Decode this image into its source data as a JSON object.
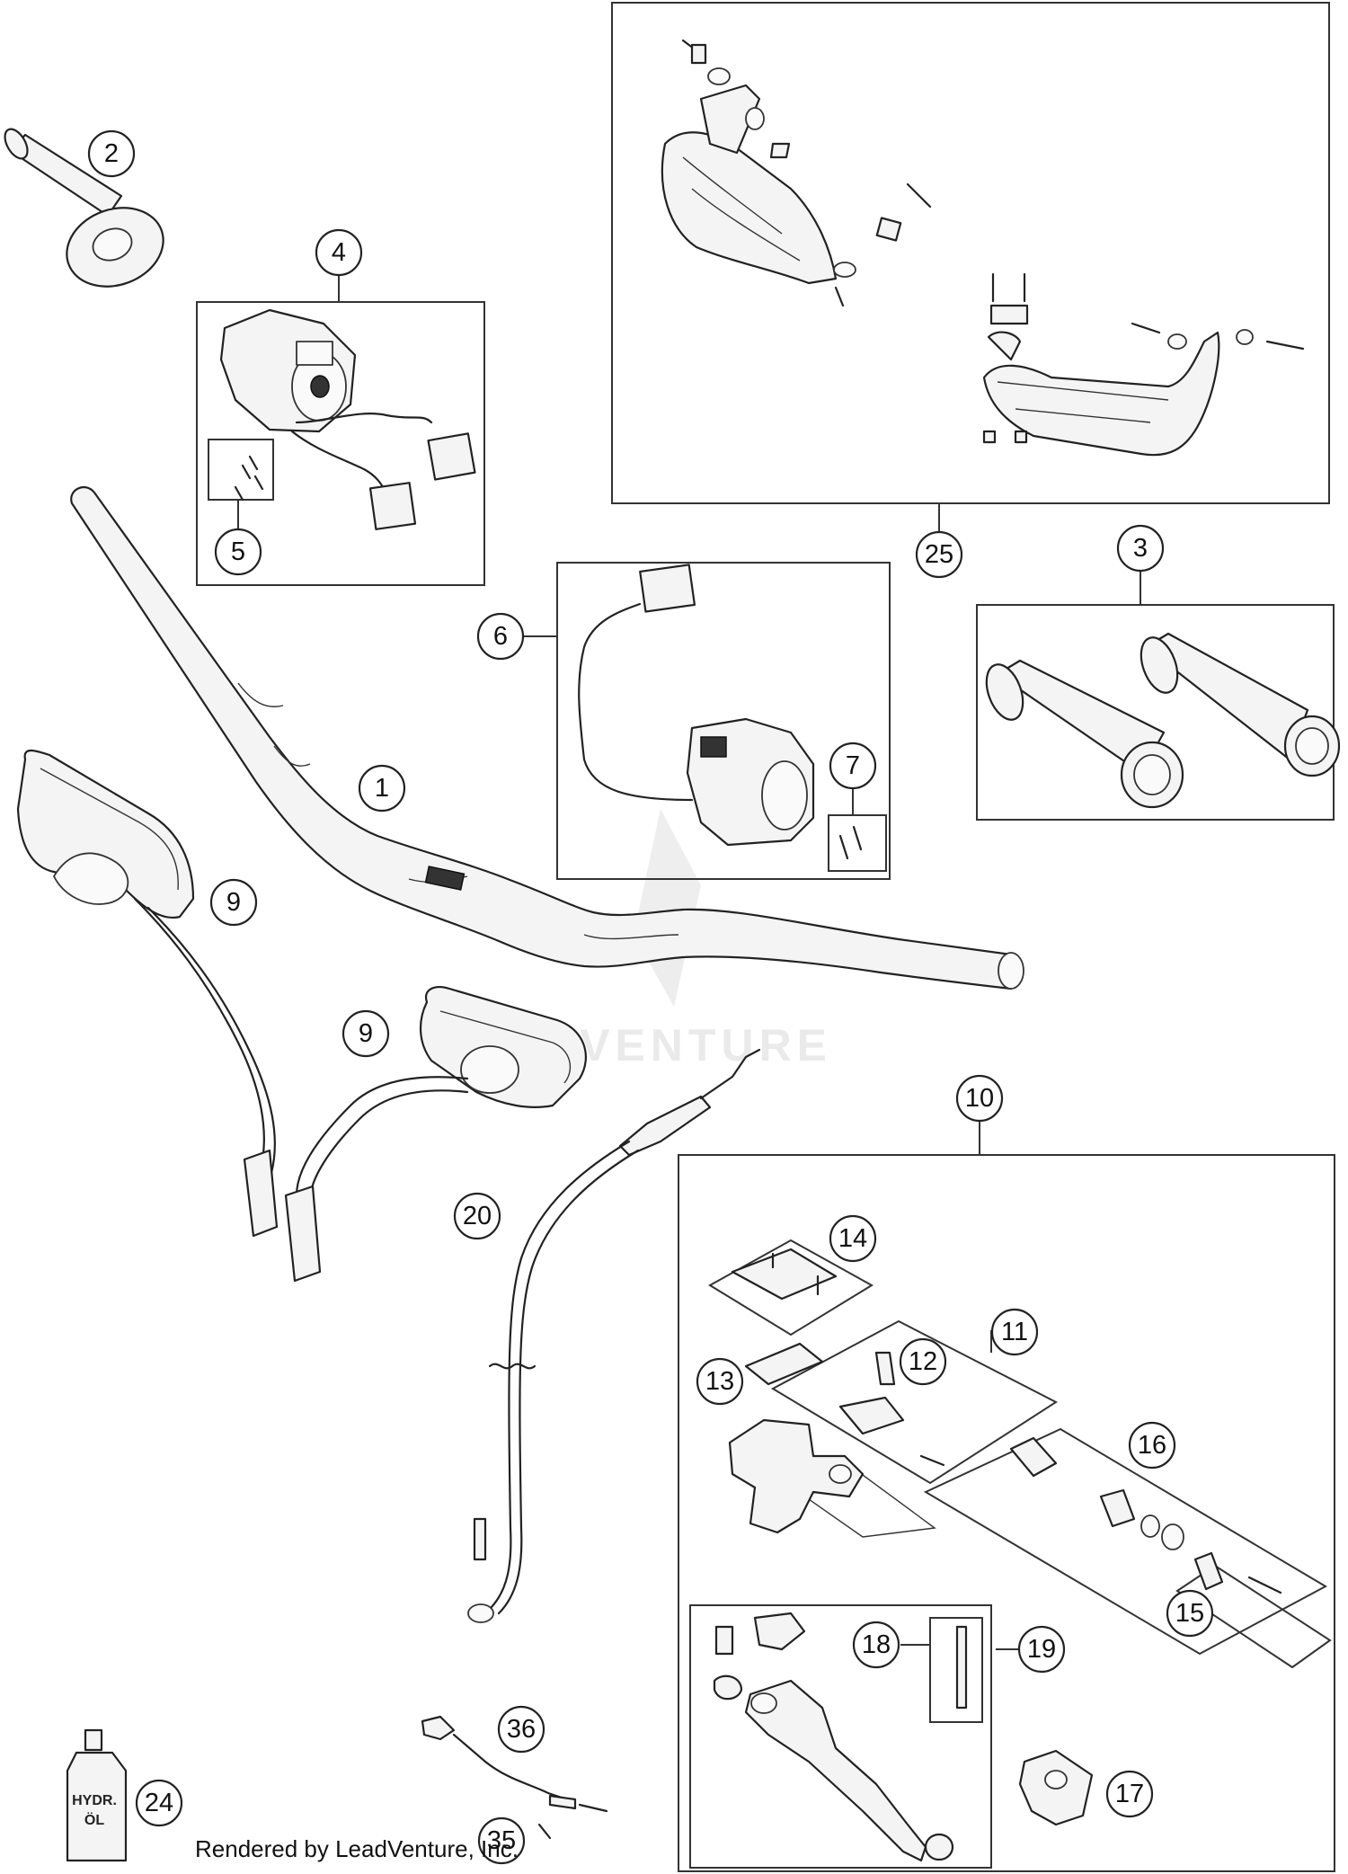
{
  "callouts": [
    {
      "id": "c1",
      "label": "1"
    },
    {
      "id": "c2",
      "label": "2"
    },
    {
      "id": "c3",
      "label": "3"
    },
    {
      "id": "c4",
      "label": "4"
    },
    {
      "id": "c5",
      "label": "5"
    },
    {
      "id": "c6",
      "label": "6"
    },
    {
      "id": "c7",
      "label": "7"
    },
    {
      "id": "c9a",
      "label": "9"
    },
    {
      "id": "c9b",
      "label": "9"
    },
    {
      "id": "c10",
      "label": "10"
    },
    {
      "id": "c11",
      "label": "11"
    },
    {
      "id": "c12",
      "label": "12"
    },
    {
      "id": "c13",
      "label": "13"
    },
    {
      "id": "c14",
      "label": "14"
    },
    {
      "id": "c15",
      "label": "15"
    },
    {
      "id": "c16",
      "label": "16"
    },
    {
      "id": "c17",
      "label": "17"
    },
    {
      "id": "c18",
      "label": "18"
    },
    {
      "id": "c19",
      "label": "19"
    },
    {
      "id": "c20",
      "label": "20"
    },
    {
      "id": "c24",
      "label": "24"
    },
    {
      "id": "c25",
      "label": "25"
    },
    {
      "id": "c35",
      "label": "35"
    },
    {
      "id": "c36",
      "label": "36"
    }
  ],
  "bottle": {
    "line1": "HYDR.",
    "line2": "ÖL"
  },
  "credit": "Rendered by LeadVenture, Inc.",
  "watermark": "LEADVENTURE"
}
